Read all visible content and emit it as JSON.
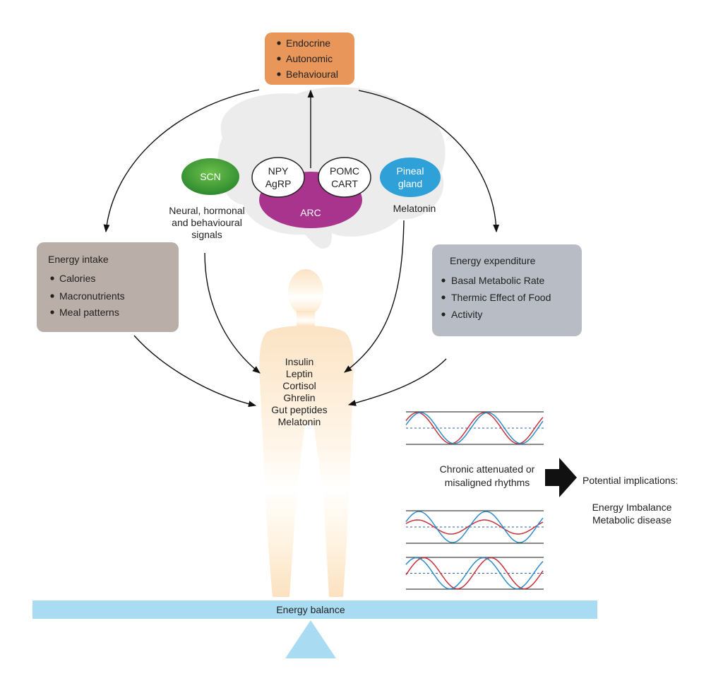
{
  "top_box": {
    "bullets": [
      "Endocrine",
      "Autonomic",
      "Behavioural"
    ],
    "color": "#E8965A"
  },
  "scn": {
    "label": "SCN",
    "color": "#3E9B3A"
  },
  "npy": {
    "lines": [
      "NPY",
      "AgRP"
    ]
  },
  "pomc": {
    "lines": [
      "POMC",
      "CART"
    ]
  },
  "arc": {
    "label": "ARC",
    "color": "#A8348D"
  },
  "pineal": {
    "lines": [
      "Pineal",
      "gland"
    ],
    "color": "#2FA0D8"
  },
  "neural_signals": {
    "lines": [
      "Neural, hormonal",
      "and behavioural",
      "signals"
    ]
  },
  "melatonin_label": "Melatonin",
  "energy_intake": {
    "title": "Energy intake",
    "bullets": [
      "Calories",
      "Macronutrients",
      "Meal patterns"
    ],
    "color": "#B9AFA8"
  },
  "energy_expenditure": {
    "title": "Energy expenditure",
    "bullets": [
      "Basal Metabolic Rate",
      "Thermic Effect of Food",
      "Activity"
    ],
    "color": "#B8BCC4"
  },
  "hormones": [
    "Insulin",
    "Leptin",
    "Cortisol",
    "Ghrelin",
    "Gut peptides",
    "Melatonin"
  ],
  "rhythm_text": {
    "lines": [
      "Chronic attenuated or",
      "misaligned rhythms"
    ]
  },
  "implications": {
    "title": "Potential implications:",
    "lines": [
      "Energy Imbalance",
      "Metabolic disease"
    ]
  },
  "energy_balance": {
    "label": "Energy balance",
    "color": "#A9DBF2"
  },
  "wave_colors": {
    "red": "#C8323C",
    "blue": "#2E8CC8"
  }
}
